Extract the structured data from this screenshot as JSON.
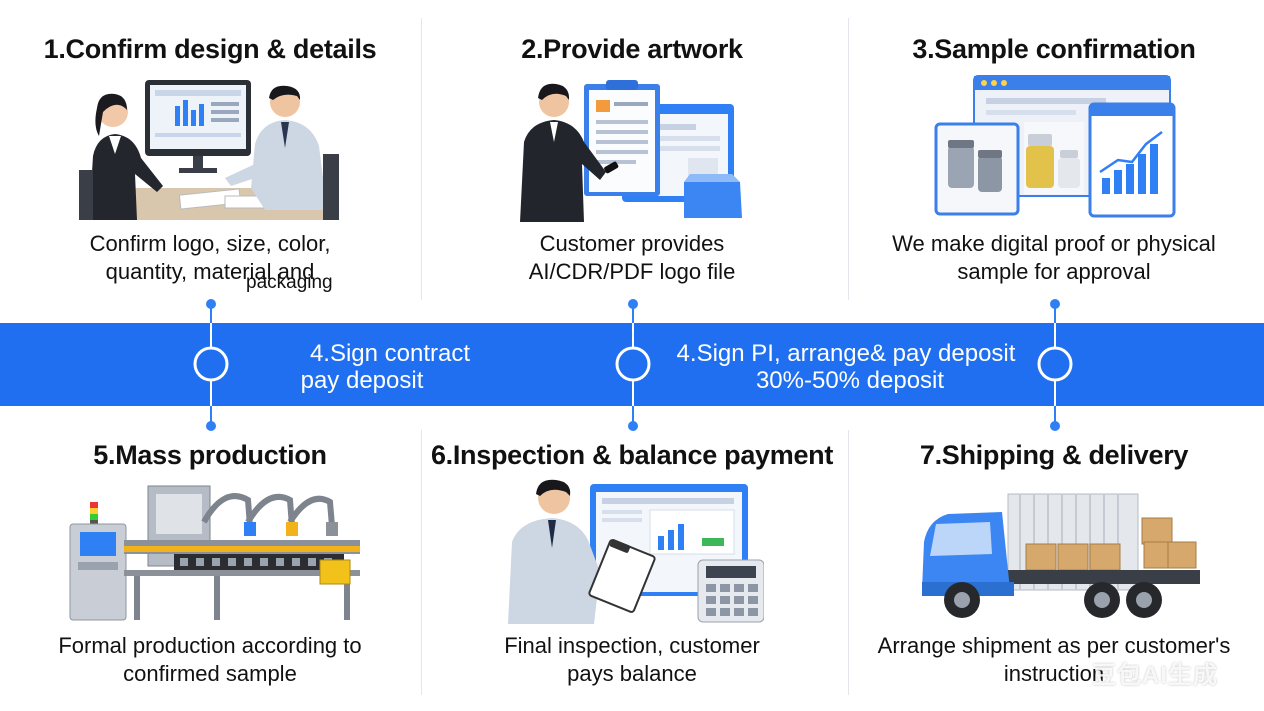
{
  "steps": [
    {
      "title": "1.Confirm design & details",
      "desc1": "Confirm logo, size, color,",
      "desc2": "quantity, material and",
      "desc3": "packaging"
    },
    {
      "title": "2.Provide artwork",
      "desc1": "Customer provides",
      "desc2": "AI/CDR/PDF logo file"
    },
    {
      "title": "3.Sample confirmation",
      "desc1": "We make digital proof or physical",
      "desc2": "sample for approval"
    },
    {
      "title": "5.Mass production",
      "desc1": "Formal production according to",
      "desc2": "confirmed sample"
    },
    {
      "title": "6.Inspection & balance payment",
      "desc1": "Final inspection, customer",
      "desc2": "pays balance"
    },
    {
      "title": "7.Shipping & delivery",
      "desc1": "Arrange shipment as per customer's",
      "desc2": "instruction"
    }
  ],
  "band": {
    "left_line1": "4.Sign contract",
    "left_line2": "pay deposit",
    "right_line1": "4.Sign PI, arrange& pay deposit",
    "right_line2": "30%-50% deposit"
  },
  "watermark": "豆包AI生成",
  "colors": {
    "band": "#1f6ff0",
    "accent": "#2f7ff5",
    "text": "#111111"
  }
}
